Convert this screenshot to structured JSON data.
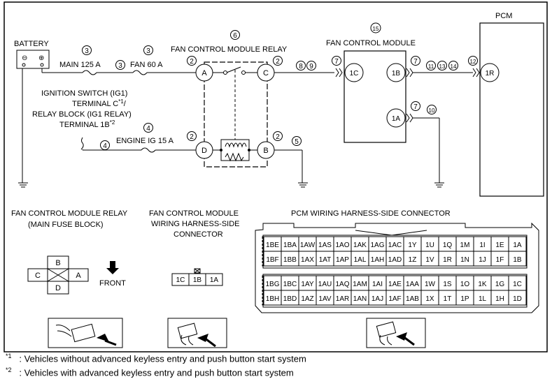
{
  "labels": {
    "battery": "BATTERY",
    "battery_neg": "⊖",
    "battery_pos": "⊕",
    "main_fuse": "MAIN 125 A",
    "fan_fuse": "FAN 60 A",
    "engine_ig": "ENGINE IG 15 A",
    "relay_title": "FAN CONTROL MODULE RELAY",
    "module_title": "FAN CONTROL MODULE",
    "pcm": "PCM",
    "ign_line1": "IGNITION SWITCH (IG1)",
    "ign_line2": "TERMINAL C",
    "ign_line2_sup": "*1",
    "ign_line2_end": "/",
    "ign_line3": "RELAY BLOCK (IG1 RELAY)",
    "ign_line4": "TERMINAL 1B",
    "ign_line4_sup": "*2",
    "relay_conn_title1": "FAN CONTROL MODULE RELAY",
    "relay_conn_title2": "(MAIN FUSE BLOCK)",
    "mod_conn_title1": "FAN CONTROL MODULE",
    "mod_conn_title2": "WIRING HARNESS-SIDE",
    "mod_conn_title3": "CONNECTOR",
    "pcm_conn_title": "PCM WIRING HARNESS-SIDE CONNECTOR",
    "front": "FRONT"
  },
  "terminals": {
    "relay": [
      "A",
      "C",
      "D",
      "B"
    ],
    "module": [
      "1C",
      "1B",
      "1A"
    ],
    "pcm": "1R"
  },
  "callouts": {
    "c3a": "3",
    "c3b": "3",
    "c3c": "3",
    "c6": "6",
    "c2a": "2",
    "c2b": "2",
    "c2c": "2",
    "c2d": "2",
    "c8": "8",
    "c9": "9",
    "c15": "15",
    "c7a": "7",
    "c7b": "7",
    "c7c": "7",
    "c11": "11",
    "c13": "13",
    "c14": "14",
    "c12": "12",
    "c10": "10",
    "c4a": "4",
    "c4b": "4",
    "c5": "5"
  },
  "relay_connector": {
    "top": "B",
    "left": "C",
    "right": "A",
    "bottom": "D"
  },
  "module_connector": [
    "1C",
    "1B",
    "1A"
  ],
  "pcm_connector": {
    "upper_rows": [
      [
        "1BE",
        "1BA",
        "1AW",
        "1AS",
        "1AO",
        "1AK",
        "1AG",
        "1AC",
        "1Y",
        "1U",
        "1Q",
        "1M",
        "1I",
        "1E",
        "1A"
      ],
      [
        "1BF",
        "1BB",
        "1AX",
        "1AT",
        "1AP",
        "1AL",
        "1AH",
        "1AD",
        "1Z",
        "1V",
        "1R",
        "1N",
        "1J",
        "1F",
        "1B"
      ]
    ],
    "lower_rows": [
      [
        "1BG",
        "1BC",
        "1AY",
        "1AU",
        "1AQ",
        "1AM",
        "1AI",
        "1AE",
        "1AA",
        "1W",
        "1S",
        "1O",
        "1K",
        "1G",
        "1C"
      ],
      [
        "1BH",
        "1BD",
        "1AZ",
        "1AV",
        "1AR",
        "1AN",
        "1AJ",
        "1AF",
        "1AB",
        "1X",
        "1T",
        "1P",
        "1L",
        "1H",
        "1D"
      ]
    ]
  },
  "footnotes": [
    {
      "mark": "*1",
      "text": ": Vehicles without advanced keyless entry and push button start system"
    },
    {
      "mark": "*2",
      "text": ": Vehicles with advanced keyless entry and push button start system"
    }
  ]
}
